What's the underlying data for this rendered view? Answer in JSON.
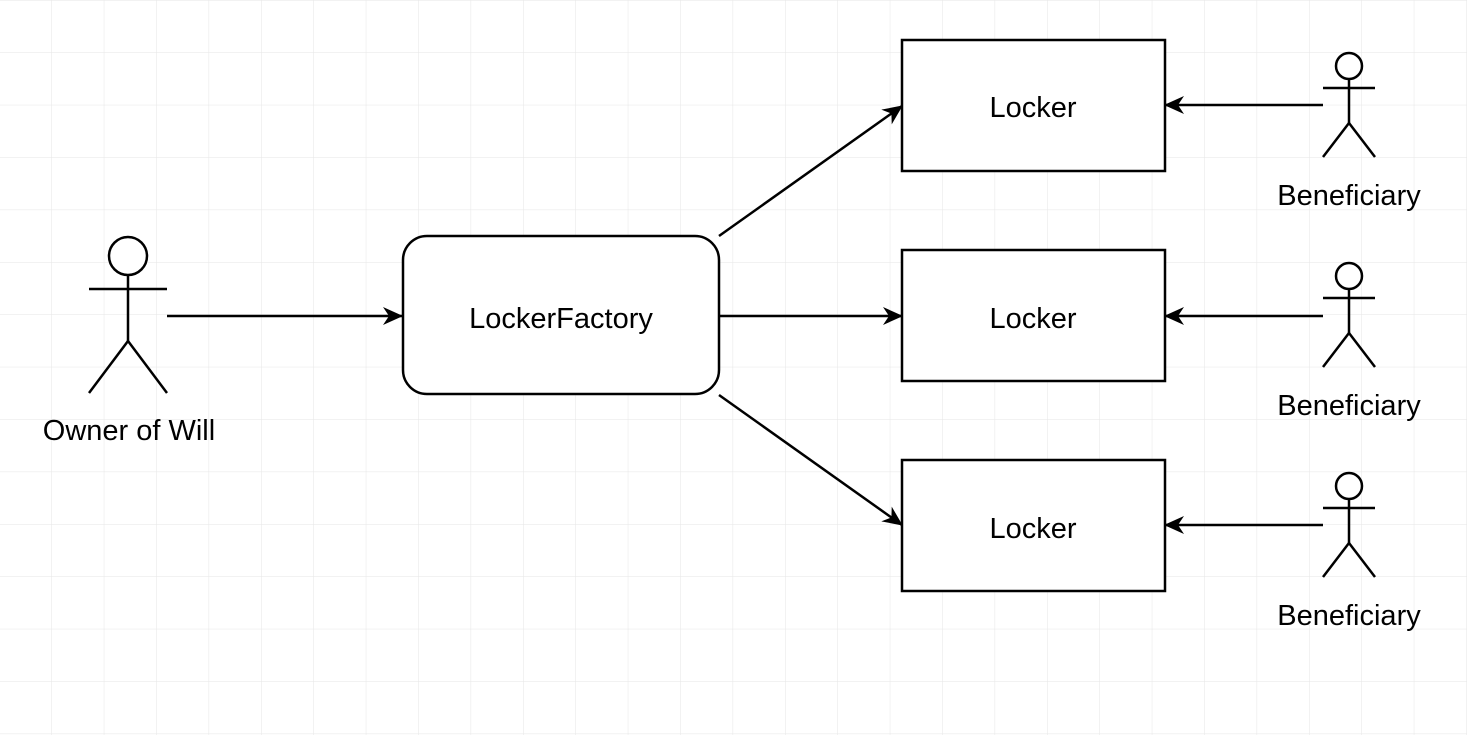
{
  "diagram": {
    "owner_label": "Owner of Will",
    "factory_label": "LockerFactory",
    "lockers": [
      {
        "label": "Locker"
      },
      {
        "label": "Locker"
      },
      {
        "label": "Locker"
      }
    ],
    "beneficiaries": [
      {
        "label": "Beneficiary"
      },
      {
        "label": "Beneficiary"
      },
      {
        "label": "Beneficiary"
      }
    ]
  },
  "colors": {
    "grid": "#e6e6e6",
    "stroke": "#000000",
    "background": "#ffffff"
  }
}
